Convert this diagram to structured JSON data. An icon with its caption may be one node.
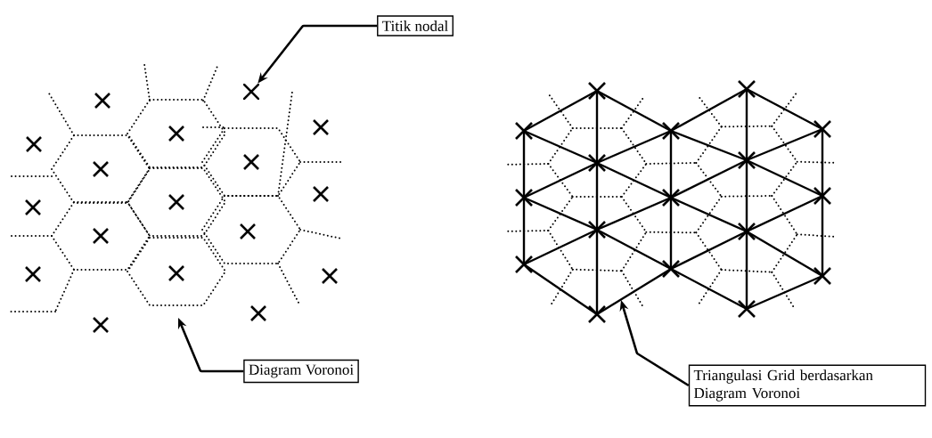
{
  "diagram": {
    "nodes": [
      {
        "text": [
          "Titik nodal"
        ]
      },
      {
        "text": [],
        "shape": "cross"
      },
      {
        "text": [
          "Diagram Voronoi"
        ]
      },
      {
        "text": [
          "Triangulasi Grid berdasarkan Diagram Voronoi"
        ]
      }
    ],
    "edges": [
      {
        "from": 0,
        "to": 1,
        "arrow": "to"
      },
      {
        "from": 2,
        "to": null,
        "arrow": "to"
      },
      {
        "from": 3,
        "to": null,
        "arrow": "to"
      }
    ]
  }
}
